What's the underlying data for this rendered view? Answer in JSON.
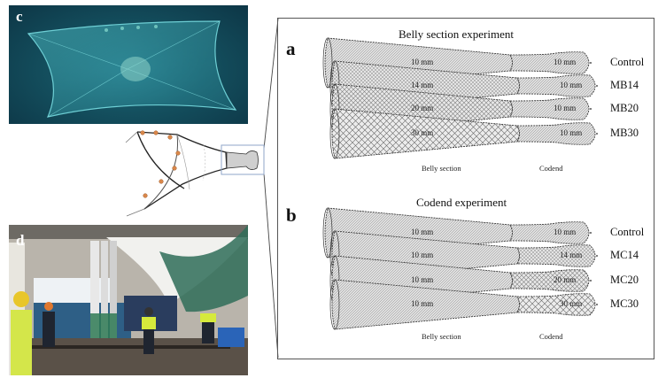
{
  "photos": {
    "c": {
      "letter": "c",
      "description": "Underwater view of trawl net mouth"
    },
    "d": {
      "letter": "d",
      "description": "Crew handling trawl net on vessel deck"
    }
  },
  "colors": {
    "net_stroke": "#2b2b2b",
    "net_fill": "#d9d9d9",
    "float_orange": "#d9874a",
    "highlight_box": "#8fa6c8",
    "frame": "#555555"
  },
  "panel_a": {
    "letter": "a",
    "title": "Belly section experiment",
    "rows": [
      {
        "label": "Control",
        "belly_mesh": "10 mm",
        "codend_mesh": "10 mm",
        "belly_mm": 10,
        "codend_mm": 10
      },
      {
        "label": "MB14",
        "belly_mesh": "14 mm",
        "codend_mesh": "10 mm",
        "belly_mm": 14,
        "codend_mm": 10
      },
      {
        "label": "MB20",
        "belly_mesh": "20 mm",
        "codend_mesh": "10 mm",
        "belly_mm": 20,
        "codend_mm": 10
      },
      {
        "label": "MB30",
        "belly_mesh": "30 mm",
        "codend_mesh": "10 mm",
        "belly_mm": 30,
        "codend_mm": 10
      }
    ],
    "belly_label": "Belly section",
    "codend_label": "Codend"
  },
  "panel_b": {
    "letter": "b",
    "title": "Codend experiment",
    "rows": [
      {
        "label": "Control",
        "belly_mesh": "10 mm",
        "codend_mesh": "10 mm",
        "belly_mm": 10,
        "codend_mm": 10
      },
      {
        "label": "MC14",
        "belly_mesh": "10 mm",
        "codend_mesh": "14 mm",
        "belly_mm": 10,
        "codend_mm": 14
      },
      {
        "label": "MC20",
        "belly_mesh": "10 mm",
        "codend_mesh": "20 mm",
        "belly_mm": 10,
        "codend_mm": 20
      },
      {
        "label": "MC30",
        "belly_mesh": "10 mm",
        "codend_mesh": "30 mm",
        "belly_mm": 10,
        "codend_mm": 30
      }
    ],
    "belly_label": "Belly section",
    "codend_label": "Codend"
  }
}
